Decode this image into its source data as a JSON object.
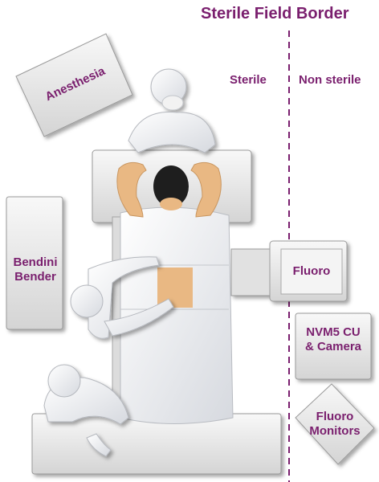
{
  "title": "Sterile Field Border",
  "zones": {
    "sterile": "Sterile",
    "non_sterile": "Non sterile"
  },
  "equipment": {
    "anesthesia": "Anesthesia",
    "bendini_line1": "Bendini",
    "bendini_line2": "Bender",
    "fluoro": "Fluoro",
    "nvm5_line1": "NVM5 CU",
    "nvm5_line2": "& Camera",
    "monitors_line1": "Fluoro",
    "monitors_line2": "Monitors"
  },
  "colors": {
    "label": "#7a1f6e",
    "border_line": "#7a1f6e",
    "skin": "#e9b883",
    "hair": "#1e1e1e"
  }
}
